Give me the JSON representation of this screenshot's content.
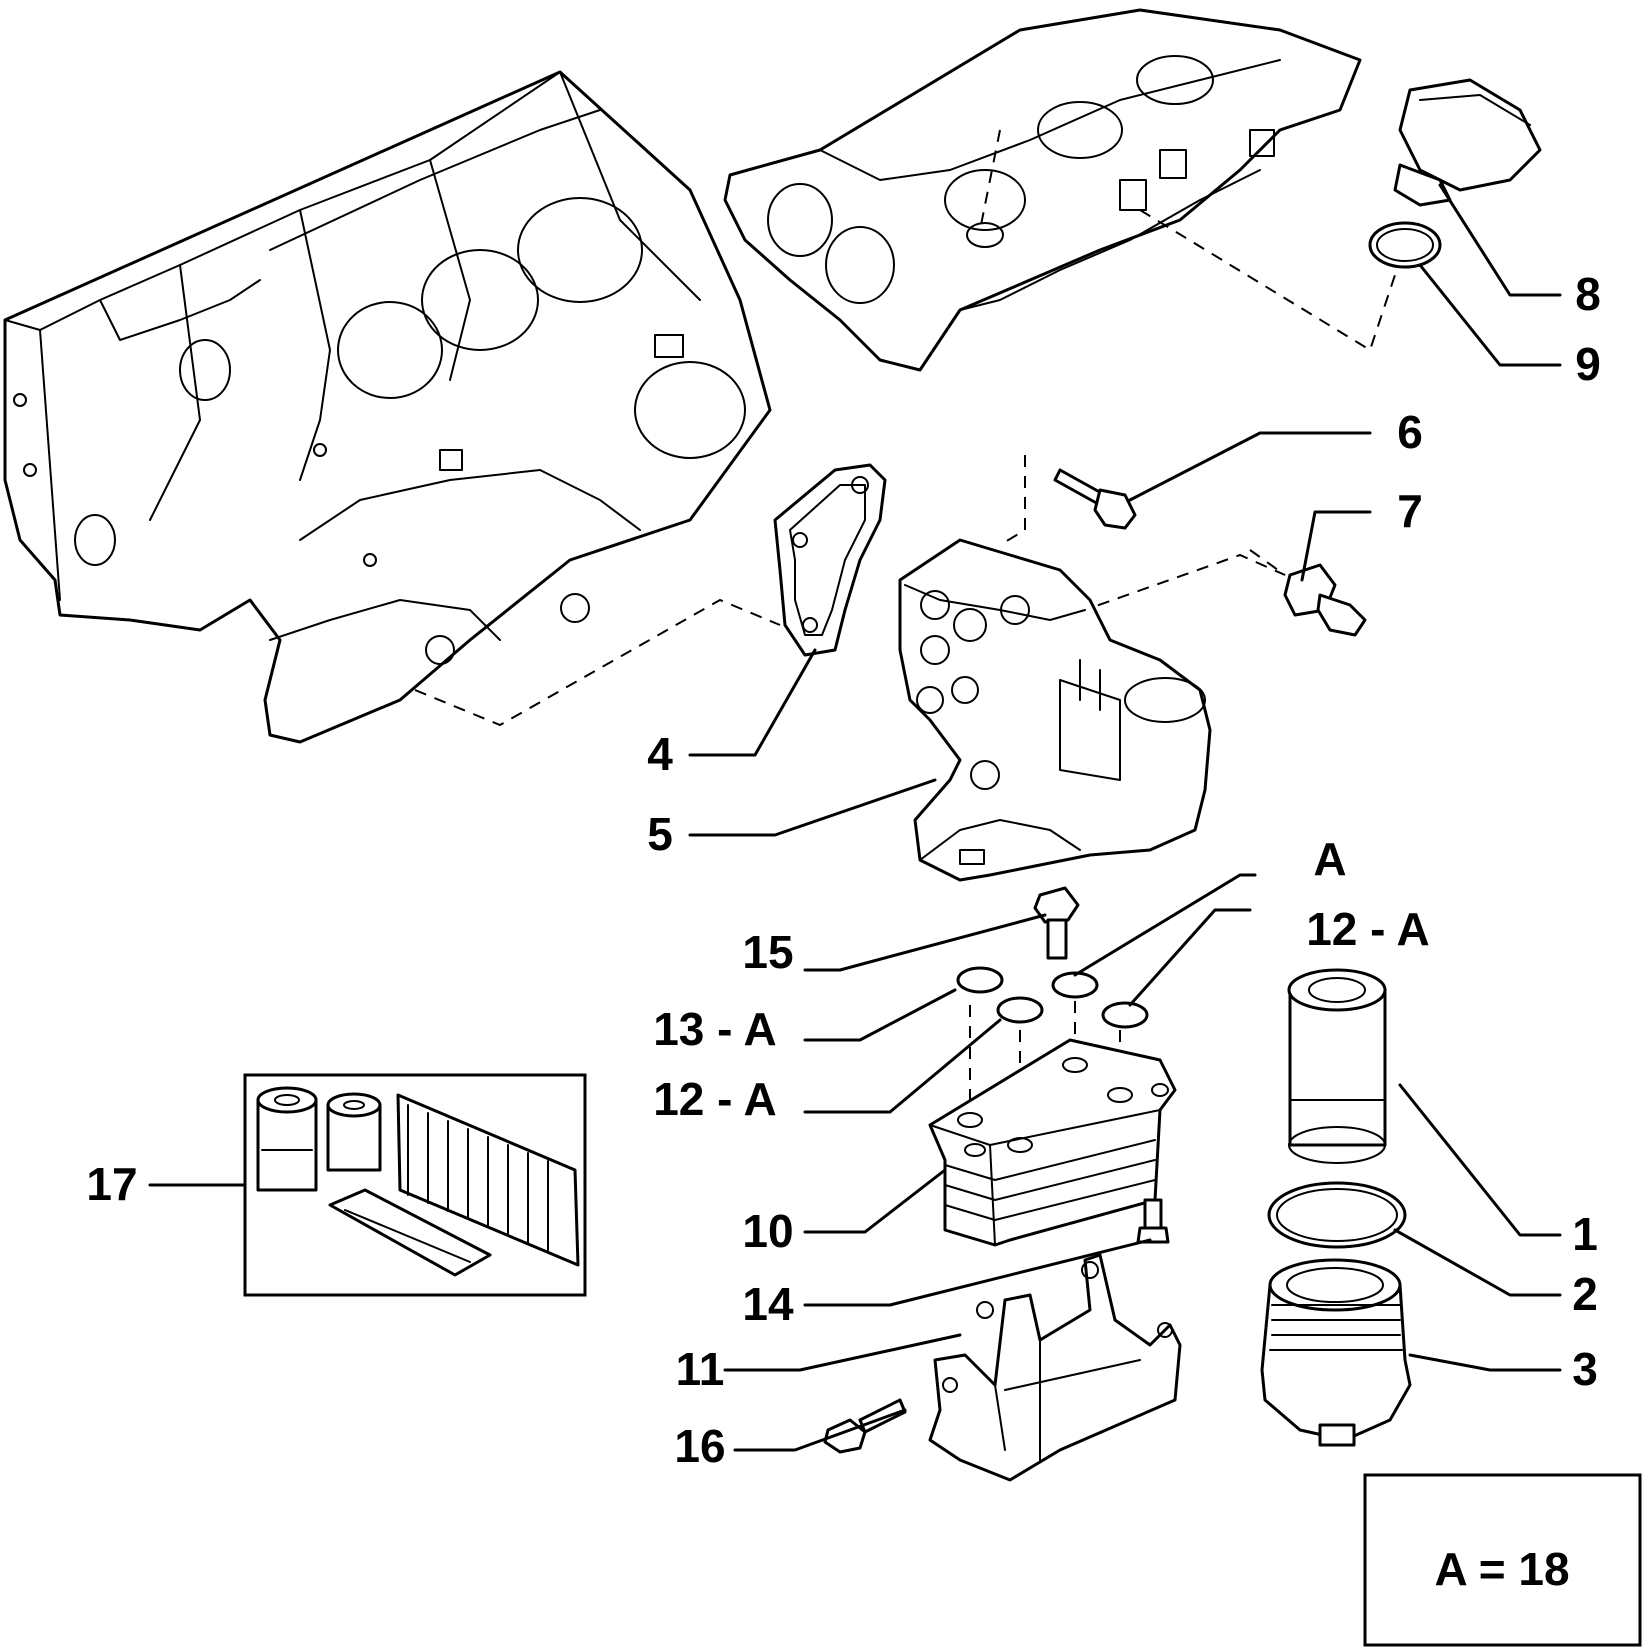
{
  "diagram": {
    "callouts": [
      {
        "id": "c1",
        "label": "1"
      },
      {
        "id": "c2",
        "label": "2"
      },
      {
        "id": "c3",
        "label": "3"
      },
      {
        "id": "c4",
        "label": "4"
      },
      {
        "id": "c5",
        "label": "5"
      },
      {
        "id": "c6",
        "label": "6"
      },
      {
        "id": "c7",
        "label": "7"
      },
      {
        "id": "c8",
        "label": "8"
      },
      {
        "id": "c9",
        "label": "9"
      },
      {
        "id": "c10",
        "label": "10"
      },
      {
        "id": "c11",
        "label": "11"
      },
      {
        "id": "c12a_top",
        "label": "12 - A"
      },
      {
        "id": "c12a_mid",
        "label": "12 - A"
      },
      {
        "id": "c13a",
        "label": "13 - A"
      },
      {
        "id": "c14",
        "label": "14"
      },
      {
        "id": "c15",
        "label": "15"
      },
      {
        "id": "c16",
        "label": "16"
      },
      {
        "id": "c17",
        "label": "17"
      },
      {
        "id": "cA",
        "label": "A"
      }
    ],
    "legend_box": {
      "text": "A = 18"
    }
  }
}
